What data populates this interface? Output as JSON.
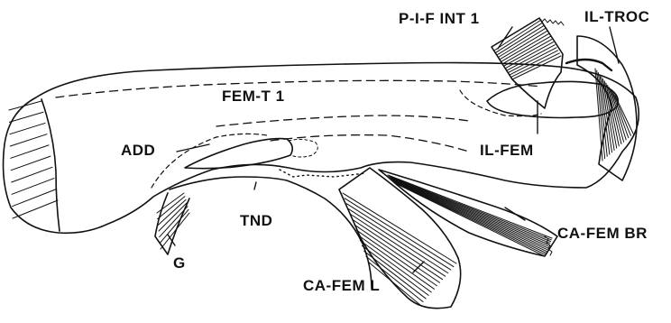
{
  "figure": {
    "labels": {
      "p_i_f_int_1": "P-I-F INT 1",
      "il_troc": "IL-TROC",
      "fem_t_1": "FEM-T 1",
      "add": "ADD",
      "il_fem": "IL-FEM",
      "tnd": "TND",
      "ca_fem_br": "CA-FEM BR",
      "g": "G",
      "ca_fem_l": "CA-FEM L"
    },
    "colors": {
      "ink": "#111111",
      "paper": "#ffffff"
    }
  }
}
